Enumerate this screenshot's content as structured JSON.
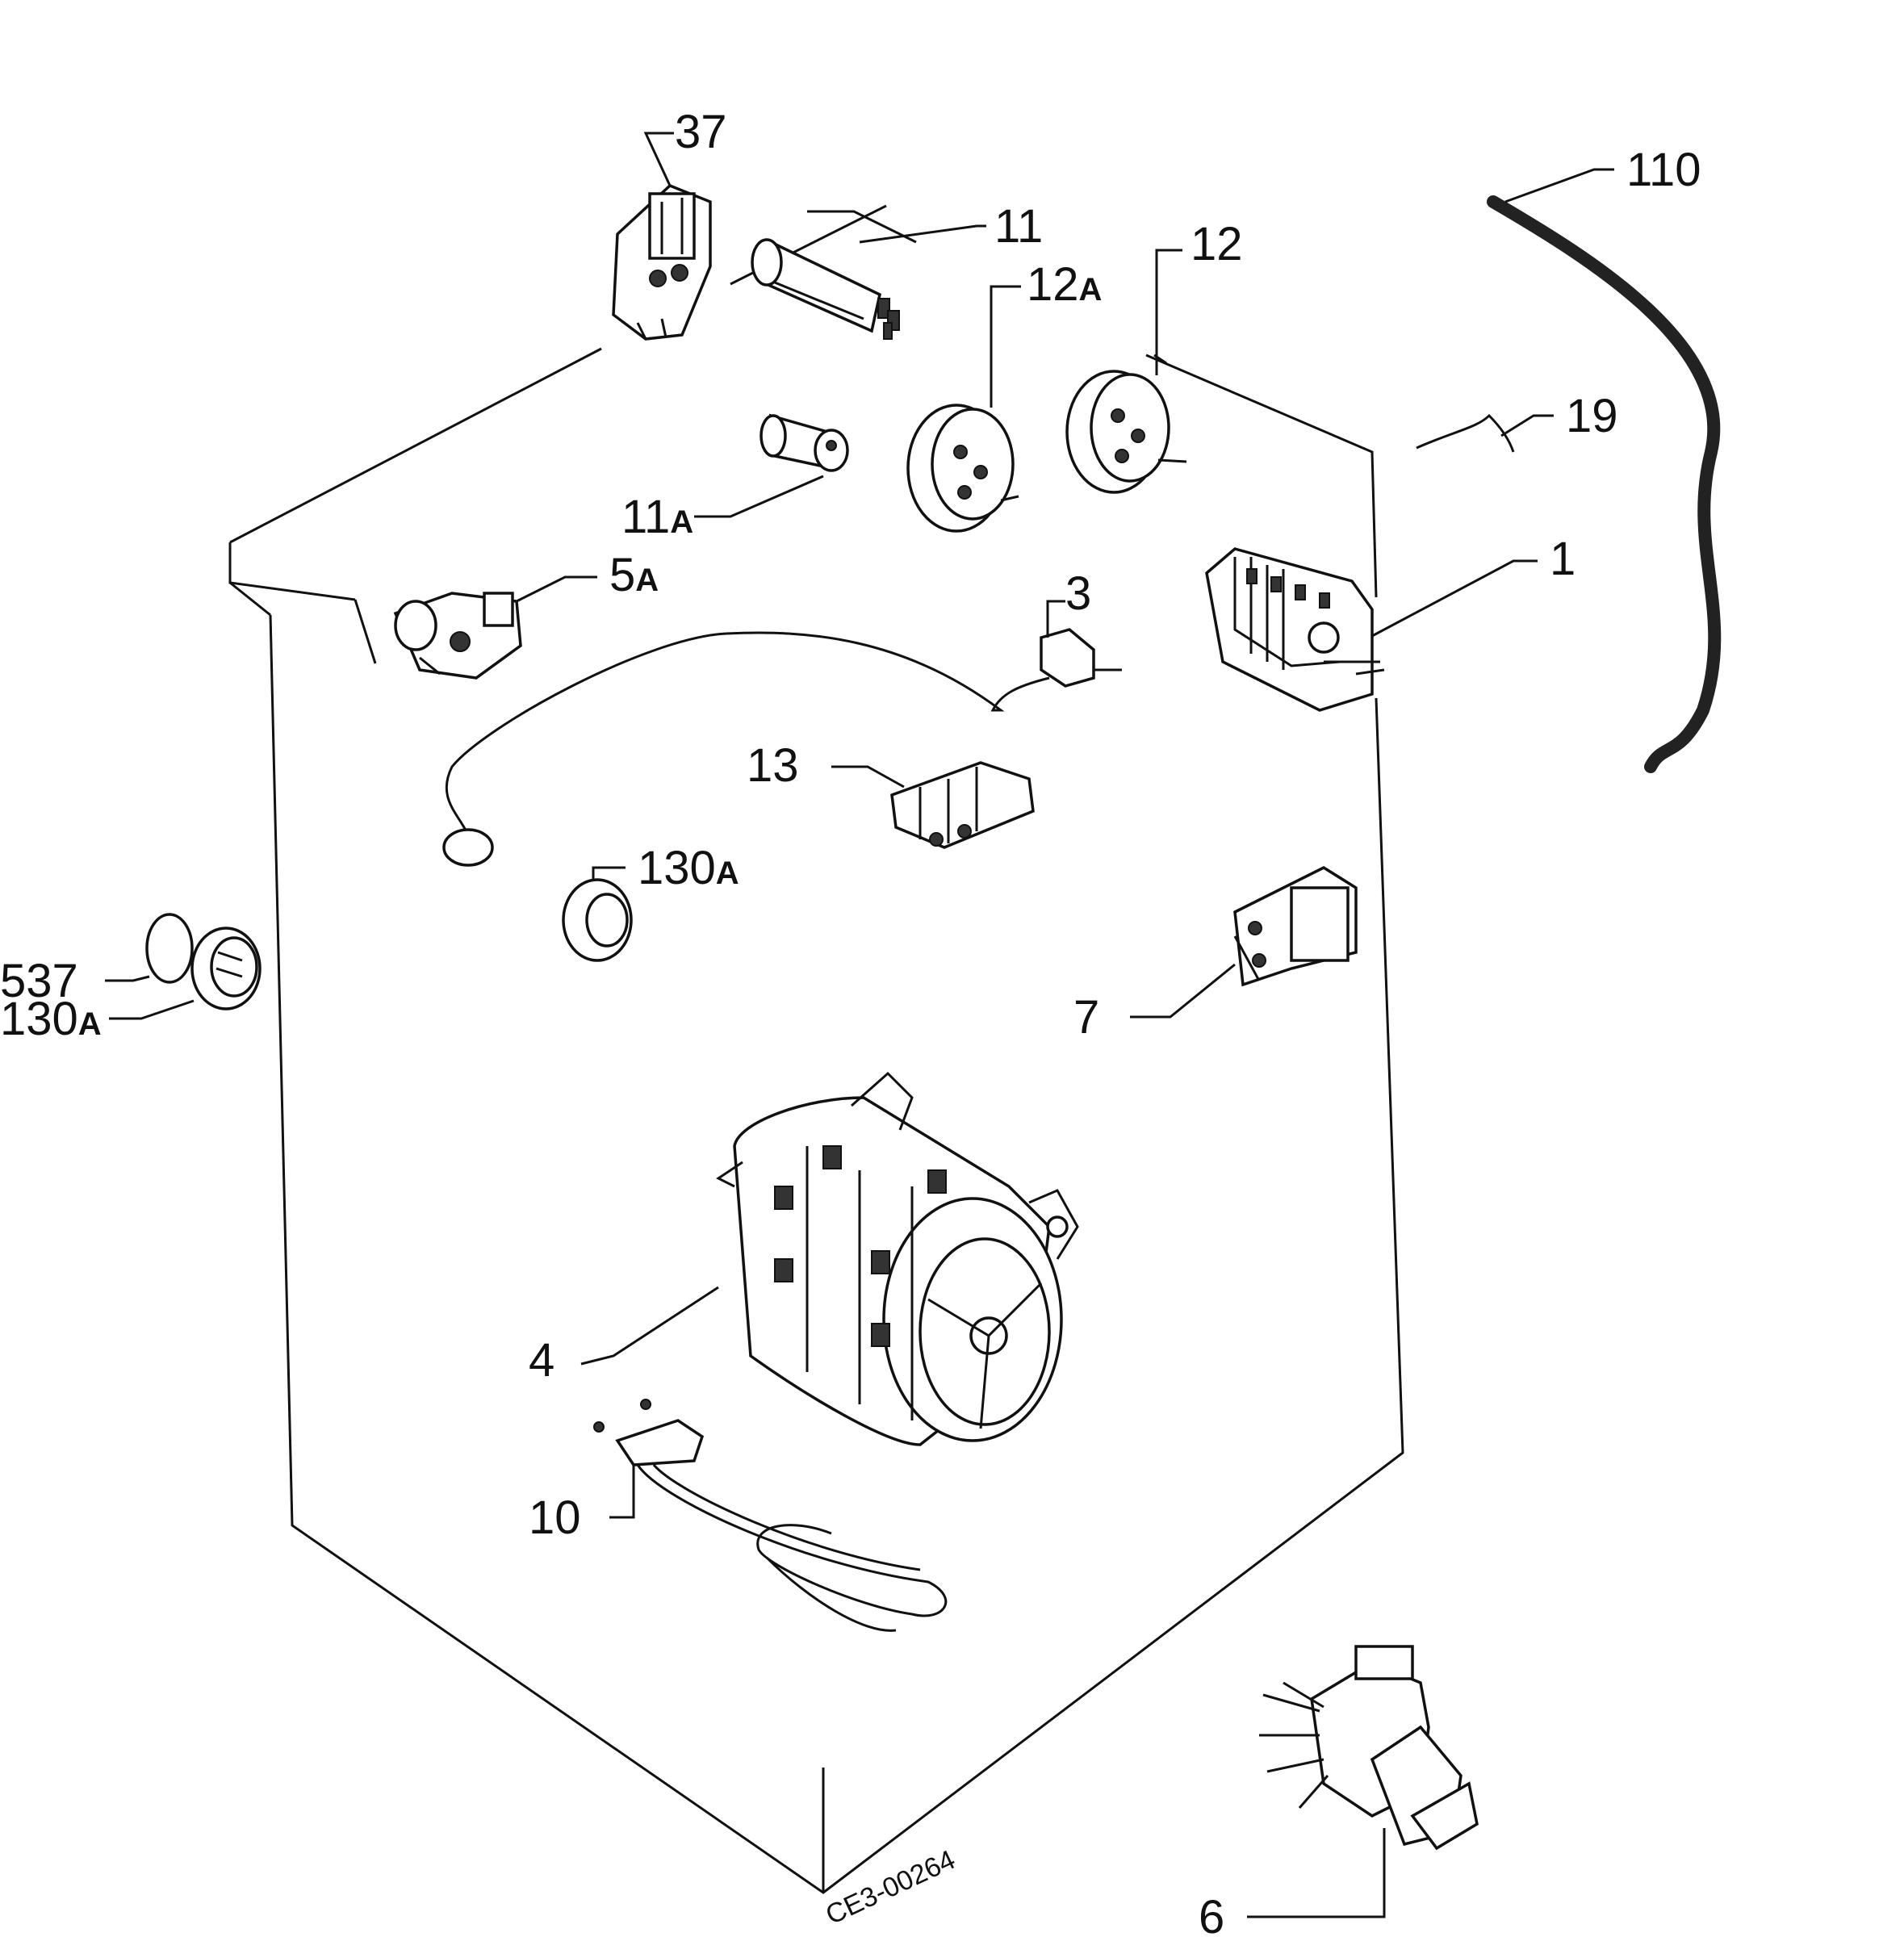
{
  "labels": {
    "l37": "37",
    "l11": "11",
    "l12a": "12",
    "l12a_sub": "A",
    "l12": "12",
    "l110": "110",
    "l19": "19",
    "l11a": "11",
    "l11a_sub": "A",
    "l5a": "5",
    "l5a_sub": "A",
    "l1": "1",
    "l3": "3",
    "l13": "13",
    "l130a": "130",
    "l130a_sub": "A",
    "l537": "537",
    "l130a_left": "130",
    "l130a_left_sub": "A",
    "l7": "7",
    "l4": "4",
    "l10": "10",
    "l6": "6"
  },
  "drawing_code": "CE3-00264",
  "colors": {
    "ink": "#111111",
    "paper": "#ffffff"
  }
}
